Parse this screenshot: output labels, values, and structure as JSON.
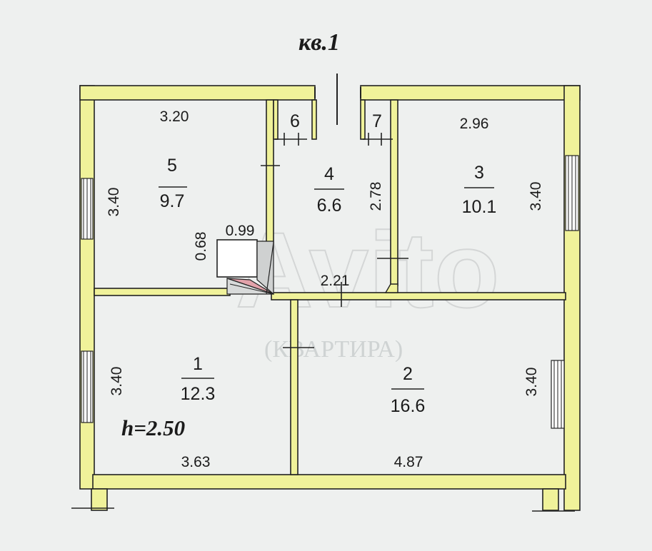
{
  "title": "кв.1",
  "ceiling_height": "h=2.50",
  "watermark": "Avito",
  "rooms": [
    {
      "number": "1",
      "area": "12.3"
    },
    {
      "number": "2",
      "area": "16.6"
    },
    {
      "number": "3",
      "area": "10.1"
    },
    {
      "number": "4",
      "area": "6.6"
    },
    {
      "number": "5",
      "area": "9.7"
    },
    {
      "number": "6"
    },
    {
      "number": "7"
    }
  ],
  "dimensions": {
    "room5_width": "3.20",
    "room5_height": "3.40",
    "room3_width": "2.96",
    "room3_height": "3.40",
    "room4_height": "2.78",
    "corridor_width": "2.21",
    "stair_width": "0.99",
    "stair_height": "0.68",
    "room1_height": "3.40",
    "room1_width": "3.63",
    "room2_width": "4.87",
    "room2_height": "3.40"
  },
  "colors": {
    "wall_fill": "#f0f29a",
    "wall_stroke": "#222222",
    "background": "#eef0ef",
    "stair_fill": "#e2a2aa"
  }
}
